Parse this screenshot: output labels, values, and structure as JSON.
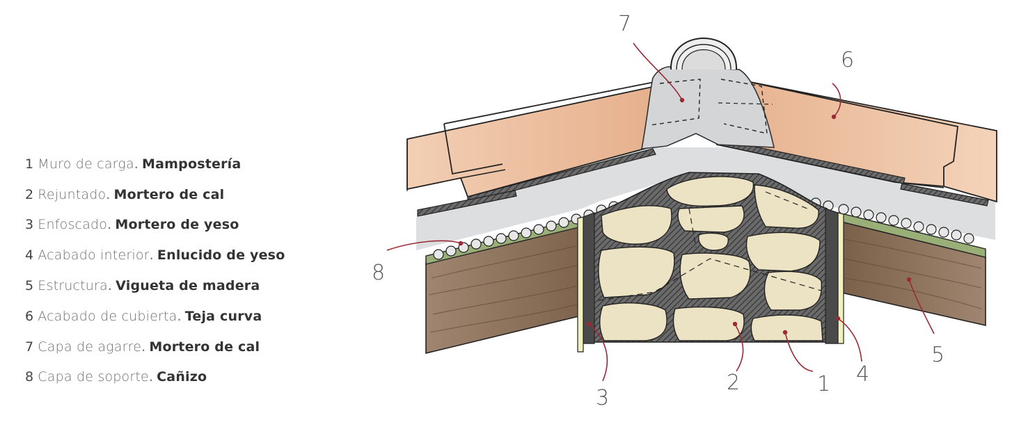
{
  "legend": [
    {
      "num": "1",
      "label": "Muro de carga",
      "material": "Mampostería"
    },
    {
      "num": "2",
      "label": "Rejuntado",
      "material": "Mortero de cal"
    },
    {
      "num": "3",
      "label": "Enfoscado",
      "material": "Mortero de yeso"
    },
    {
      "num": "4",
      "label": "Acabado interior",
      "material": "Enlucido de yeso"
    },
    {
      "num": "5",
      "label": "Estructura",
      "material": "Vigueta de madera"
    },
    {
      "num": "6",
      "label": "Acabado de cubierta",
      "material": "Teja curva"
    },
    {
      "num": "7",
      "label": "Capa de agarre",
      "material": "Mortero de cal"
    },
    {
      "num": "8",
      "label": "Capa de soporte",
      "material": "Cañizo"
    }
  ],
  "callouts": [
    "1",
    "2",
    "3",
    "4",
    "5",
    "6",
    "7",
    "8"
  ],
  "colors": {
    "tile": "#eab995",
    "mortar": "#d5d7d9",
    "stone": "#ece2c4",
    "joint": "#5b5b5b",
    "wood": "#8a7058",
    "reed": "#9aae78",
    "plaster": "#f3f0c0",
    "leader": "#9a2b36"
  }
}
